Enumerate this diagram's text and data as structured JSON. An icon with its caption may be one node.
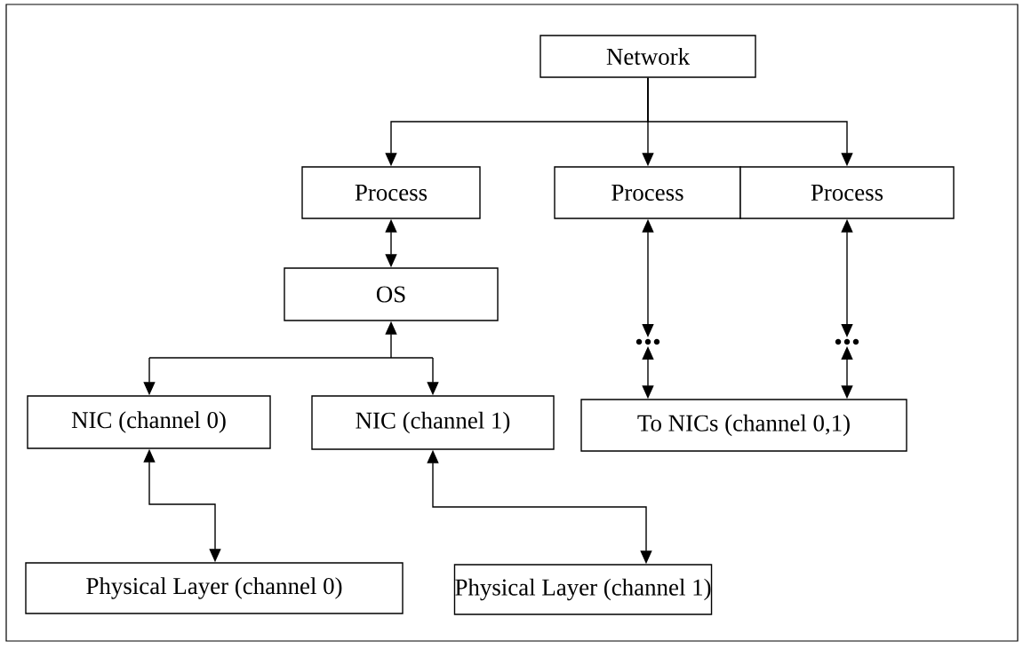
{
  "diagram": {
    "nodes": [
      {
        "text": [
          "Network"
        ]
      },
      {
        "text": [
          "Process"
        ]
      },
      {
        "text": [
          "Process"
        ]
      },
      {
        "text": [
          "Process"
        ]
      },
      {
        "text": [
          "OS"
        ]
      },
      {
        "text": [
          "NIC (channel 0)"
        ]
      },
      {
        "text": [
          "NIC (channel 1)"
        ]
      },
      {
        "text": [
          "..."
        ]
      },
      {
        "text": [
          "..."
        ]
      },
      {
        "text": [
          "To NICs (channel 0,1)"
        ]
      },
      {
        "text": [
          "Physical Layer (channel 0)"
        ]
      },
      {
        "text": [
          "Physical Layer (channel 1)"
        ]
      }
    ],
    "edges": [
      {
        "from": 0,
        "to": 1,
        "arrow": "to"
      },
      {
        "from": 0,
        "to": 2,
        "arrow": "to"
      },
      {
        "from": 0,
        "to": 3,
        "arrow": "to"
      },
      {
        "from": 1,
        "to": 4,
        "arrow": "both"
      },
      {
        "from": 4,
        "to": 5,
        "arrow": "both"
      },
      {
        "from": 4,
        "to": 6,
        "arrow": "both"
      },
      {
        "from": 2,
        "to": 7,
        "arrow": "both"
      },
      {
        "from": 7,
        "to": 9,
        "arrow": "both"
      },
      {
        "from": 3,
        "to": 8,
        "arrow": "both"
      },
      {
        "from": 8,
        "to": 9,
        "arrow": "both"
      },
      {
        "from": 5,
        "to": 10,
        "arrow": "both"
      },
      {
        "from": 6,
        "to": 11,
        "arrow": "both"
      }
    ]
  }
}
